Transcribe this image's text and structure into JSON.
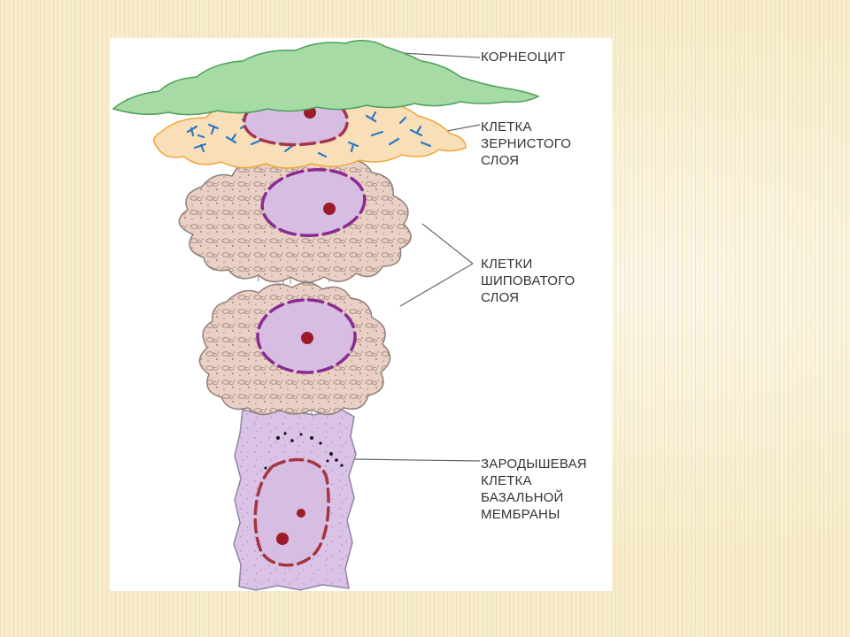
{
  "labels": {
    "corneocyte": "КОРНЕОЦИТ",
    "granular": [
      "КЛЕТКА",
      "ЗЕРНИСТОГО",
      "СЛОЯ"
    ],
    "spinous": [
      "КЛЕТКИ",
      "ШИПОВАТОГО",
      "СЛОЯ"
    ],
    "basal": [
      "ЗАРОДЫШЕВАЯ",
      "КЛЕТКА",
      "БАЗАЛЬНОЙ",
      "МЕМБРАНЫ"
    ]
  },
  "colors": {
    "corneocyte_fill": "#a6dba6",
    "corneocyte_stroke": "#4e9e5a",
    "granular_fill": "#f8dfb8",
    "granular_stroke": "#f0a53c",
    "granules": "#2f78c4",
    "spinous_fill": "#ead0c4",
    "spinous_stroke": "#8f7f79",
    "nucleus_fill": "#d8bde3",
    "spinous_envelope": "#8a2c8f",
    "granular_envelope": "#a2364f",
    "basal_fill": "#dbc2e7",
    "basal_stroke": "#8f86a3",
    "basal_envelope": "#a3363f",
    "nucleolus": "#9b1b2b",
    "leader_line": "#666666"
  }
}
